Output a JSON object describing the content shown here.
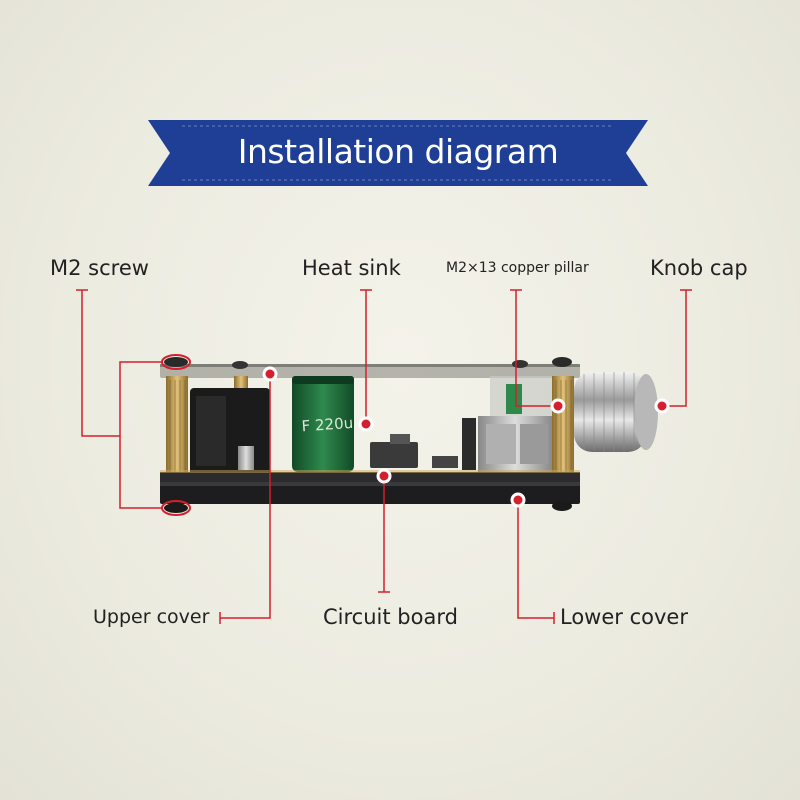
{
  "banner": {
    "title": "Installation diagram"
  },
  "labels": {
    "m2_screw": "M2 screw",
    "heat_sink": "Heat sink",
    "copper_pillar": "M2×13 copper pillar",
    "knob_cap": "Knob cap",
    "upper_cover": "Upper cover",
    "circuit_board": "Circuit board",
    "lower_cover": "Lower cover"
  },
  "capacitor": {
    "text": "F 220u"
  },
  "colors": {
    "banner": "#1e3f95",
    "leader": "#d4202c",
    "marker": "#d4202c",
    "pcb": "#1d1d1f",
    "pillar": "#c9a55a",
    "capacitor": "#1f6b3b"
  }
}
